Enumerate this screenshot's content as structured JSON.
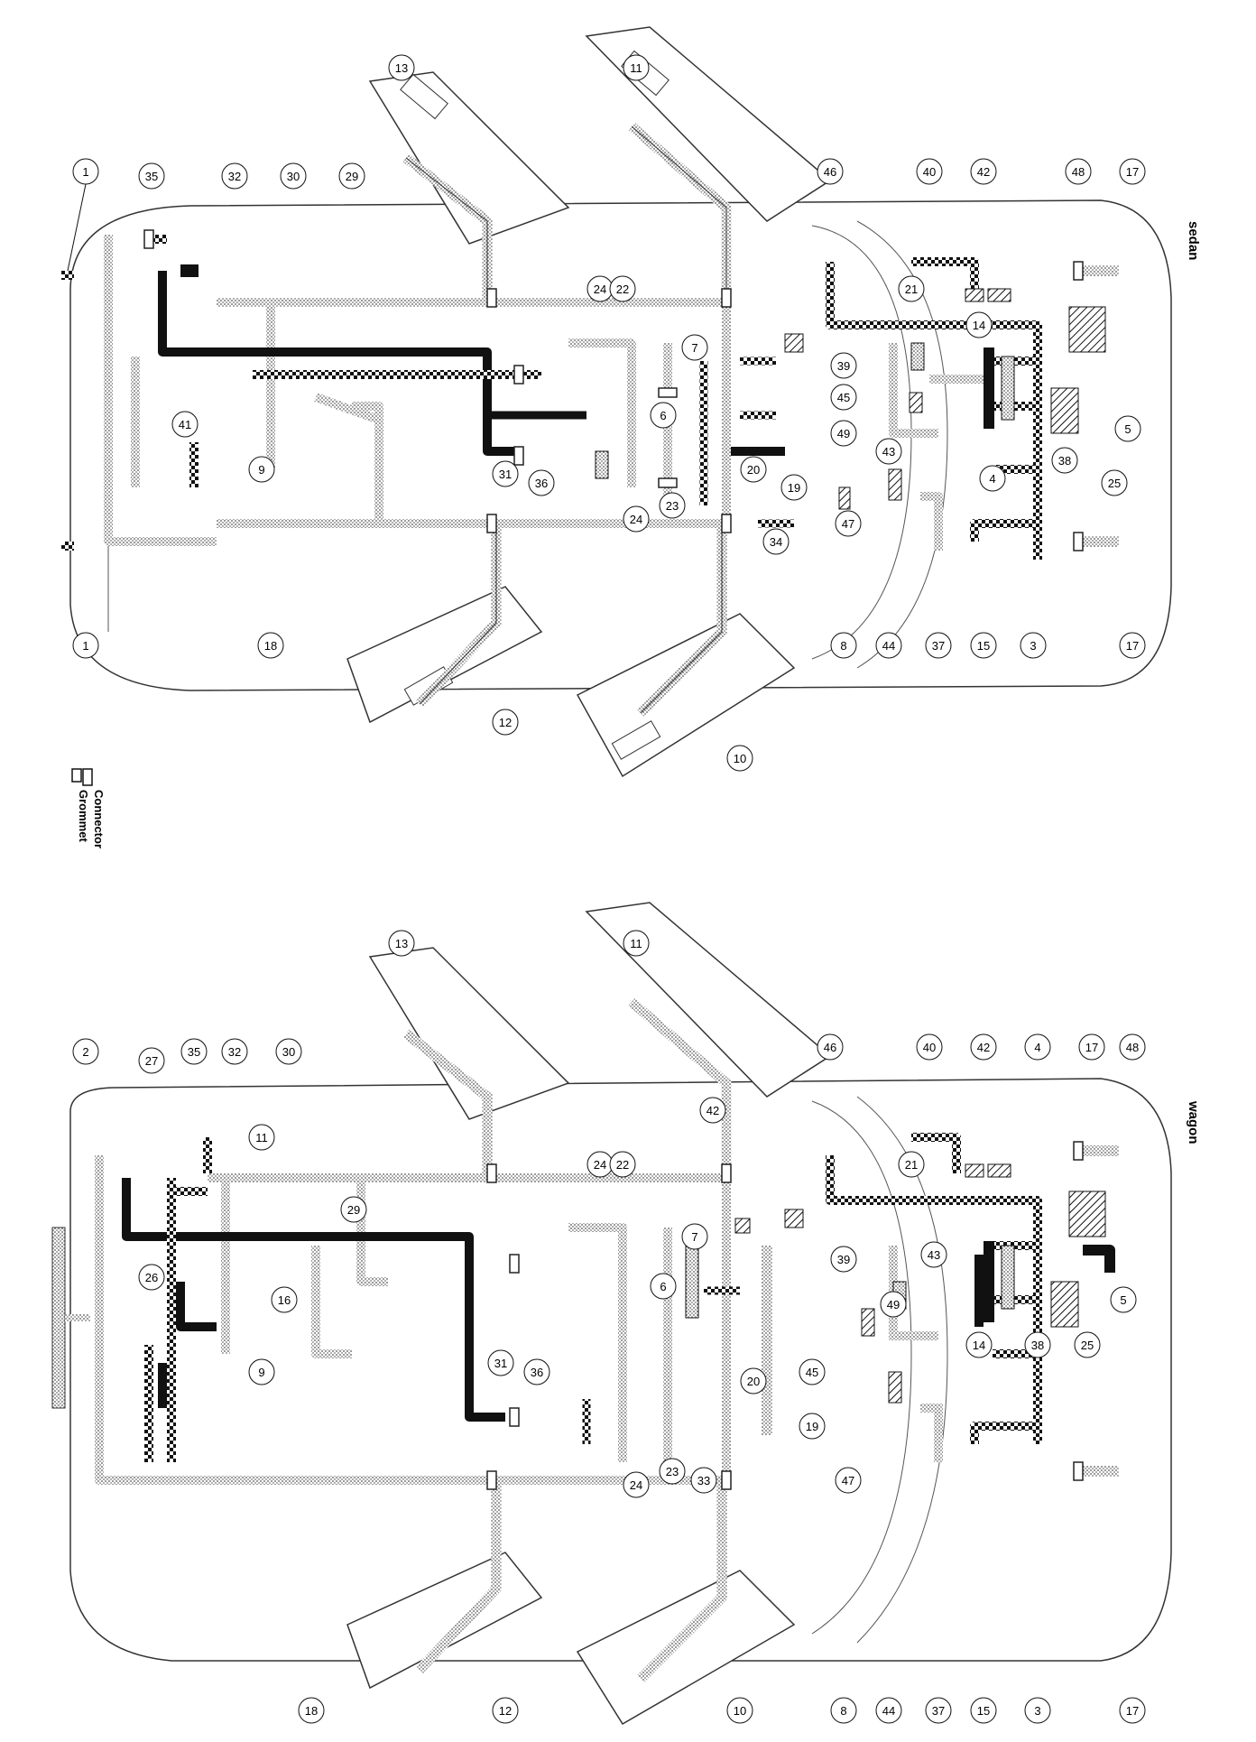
{
  "title_sedan": "sedan",
  "title_wagon": "wagon",
  "legend": {
    "connector": "Connector",
    "grommet": "Grommet"
  },
  "sedan_callouts": [
    "1",
    "35",
    "32",
    "30",
    "29",
    "13",
    "11",
    "46",
    "40",
    "42",
    "48",
    "17",
    "24",
    "22",
    "21",
    "14",
    "41",
    "9",
    "31",
    "36",
    "7",
    "6",
    "45",
    "39",
    "49",
    "5",
    "25",
    "4",
    "38",
    "43",
    "19",
    "20",
    "23",
    "24",
    "47",
    "1",
    "18",
    "12",
    "10",
    "34",
    "8",
    "44",
    "37",
    "15",
    "3",
    "17"
  ],
  "wagon_callouts": [
    "2",
    "27",
    "35",
    "32",
    "30",
    "29",
    "13",
    "11",
    "46",
    "42",
    "40",
    "42",
    "4",
    "17",
    "48",
    "11",
    "26",
    "16",
    "9",
    "31",
    "36",
    "24",
    "22",
    "7",
    "6",
    "39",
    "21",
    "43",
    "49",
    "14",
    "38",
    "25",
    "5",
    "33",
    "20",
    "45",
    "19",
    "47",
    "24",
    "23",
    "18",
    "12",
    "10",
    "8",
    "44",
    "37",
    "15",
    "3",
    "17"
  ]
}
